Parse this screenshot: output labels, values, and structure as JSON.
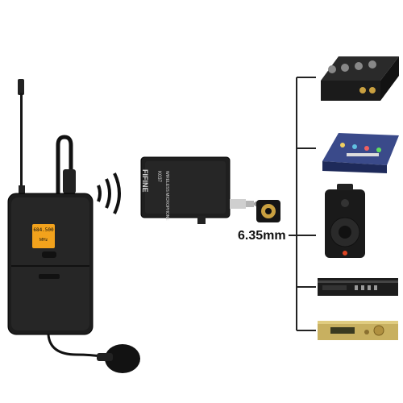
{
  "transmitter": {
    "lcd_frequency": "684.500",
    "lcd_sub": "MHz",
    "antenna": "antenna"
  },
  "receiver": {
    "brand": "FIFINE",
    "model": "K037",
    "label": "WIRELESS MICROPHONE"
  },
  "jack": {
    "size_label": "6.35mm"
  },
  "devices": [
    {
      "name": "karaoke-mixer"
    },
    {
      "name": "audio-mixer"
    },
    {
      "name": "pa-speaker"
    },
    {
      "name": "power-amplifier"
    },
    {
      "name": "av-receiver"
    }
  ],
  "colors": {
    "lcd": "#f2a21c",
    "device_body": "#1c1c1c",
    "mixer_blue": "#3a4a8a",
    "amp_gold": "#c8b060",
    "line": "#222222"
  }
}
